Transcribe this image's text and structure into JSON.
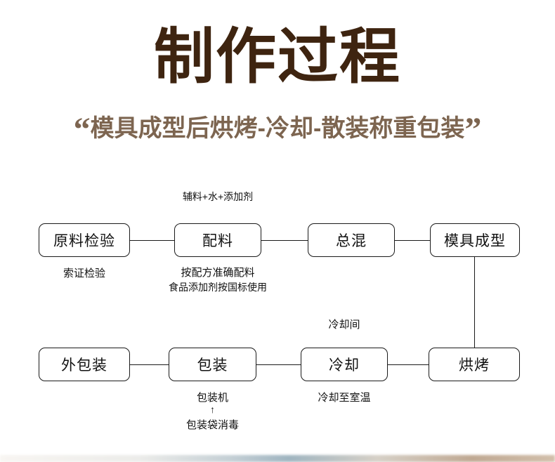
{
  "header": {
    "title": "制作过程",
    "open_quote": "“",
    "subtitle": "模具成型后烘烤-冷却-散装称重包装",
    "close_quote": "”"
  },
  "boxes": {
    "raw_inspection": "原料检验",
    "ingredients": "配料",
    "total_mix": "总混",
    "mold_forming": "模具成型",
    "outer_packaging": "外包装",
    "packaging": "包装",
    "cooling": "冷却",
    "baking": "烘烤"
  },
  "annotations": {
    "above_ingredients": "辅料+水+添加剂",
    "below_raw_inspection": "索证检验",
    "below_ingredients_1": "按配方准确配料",
    "below_ingredients_2": "食品添加剂按国标使用",
    "above_cooling": "冷却间",
    "below_cooling": "冷却至室温",
    "below_packaging_1": "包装机",
    "arrow_up": "↑",
    "below_packaging_2": "包装袋消毒"
  }
}
